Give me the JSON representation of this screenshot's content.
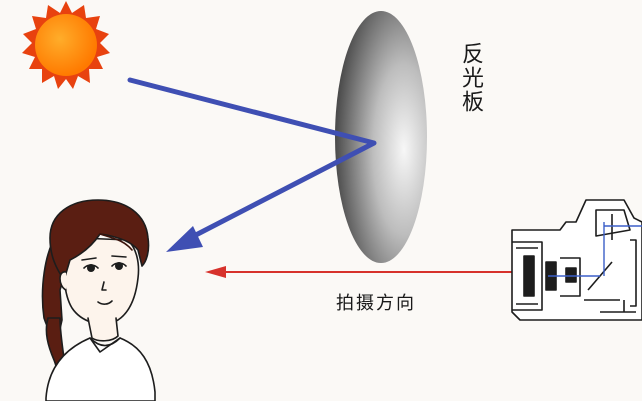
{
  "labels": {
    "reflector": "反光板",
    "shooting_direction": "拍摄方向"
  },
  "colors": {
    "sun_fill": "#ff8a00",
    "sun_rays": "#e53b12",
    "light_path": "#3f4fb3",
    "shooting_arrow": "#d7322c",
    "reflector_dark": "#555555",
    "reflector_light": "#f2f2f2",
    "line_art": "#1d1d1d",
    "camera_optics": "#3b5fc8"
  },
  "icons": [
    "sun-icon",
    "reflector-disc",
    "girl-portrait",
    "camera-cutaway-icon"
  ]
}
